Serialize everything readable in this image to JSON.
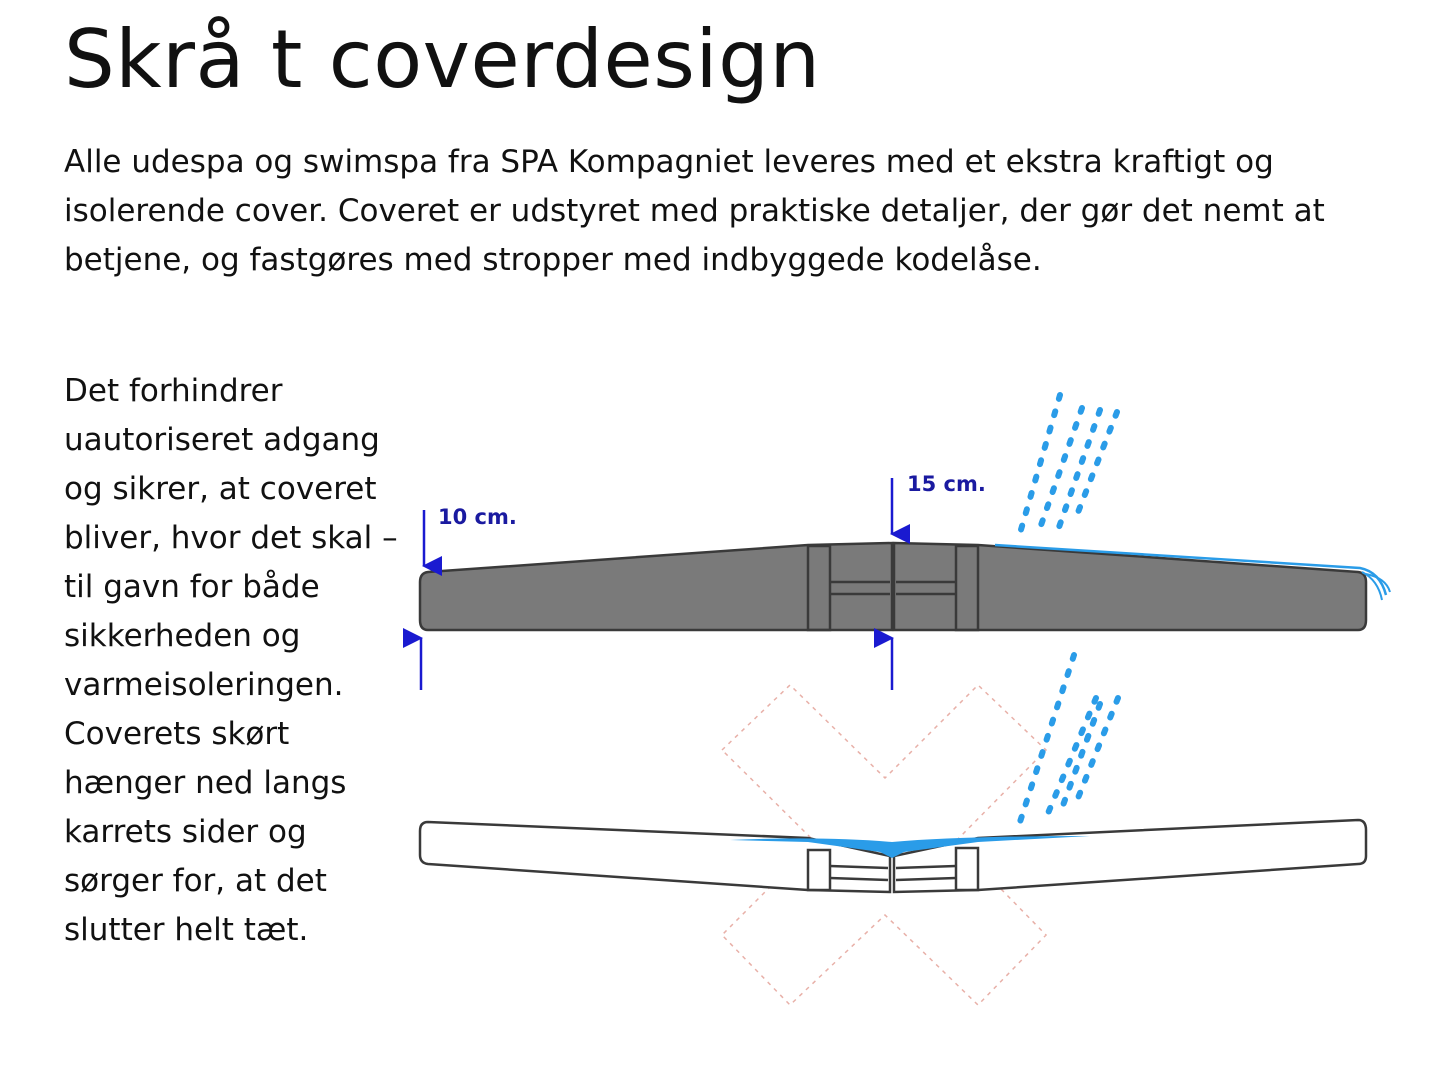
{
  "title": "Skrå t coverdesign",
  "intro": "Alle udespa og swimspa fra SPA Kompagniet leveres med et ekstra kraftigt og isolerende cover. Coveret er udstyret med praktiske detaljer, der gør det nemt at betjene, og fastgøres med stropper med indbyggede kodelåse.",
  "side_text": "Det forhindrer uautoriseret adgang og sikrer, at coveret bliver, hvor det skal – til gavn for både sikkerheden og varmeisoleringen. Coverets skørt hænger ned langs karrets sider og sørger for, at det slutter helt tæt.",
  "diagram": {
    "label_left": "10 cm.",
    "label_center": "15 cm.",
    "colors": {
      "cover_fill": "#7a7a7a",
      "outline": "#3a3a3a",
      "arrow": "#1a1ad0",
      "water": "#2a9ce8",
      "cross": "#e8b0a8"
    },
    "icons": [
      "rain-icon",
      "down-arrow-icon",
      "up-arrow-icon",
      "cross-mark-icon"
    ]
  }
}
